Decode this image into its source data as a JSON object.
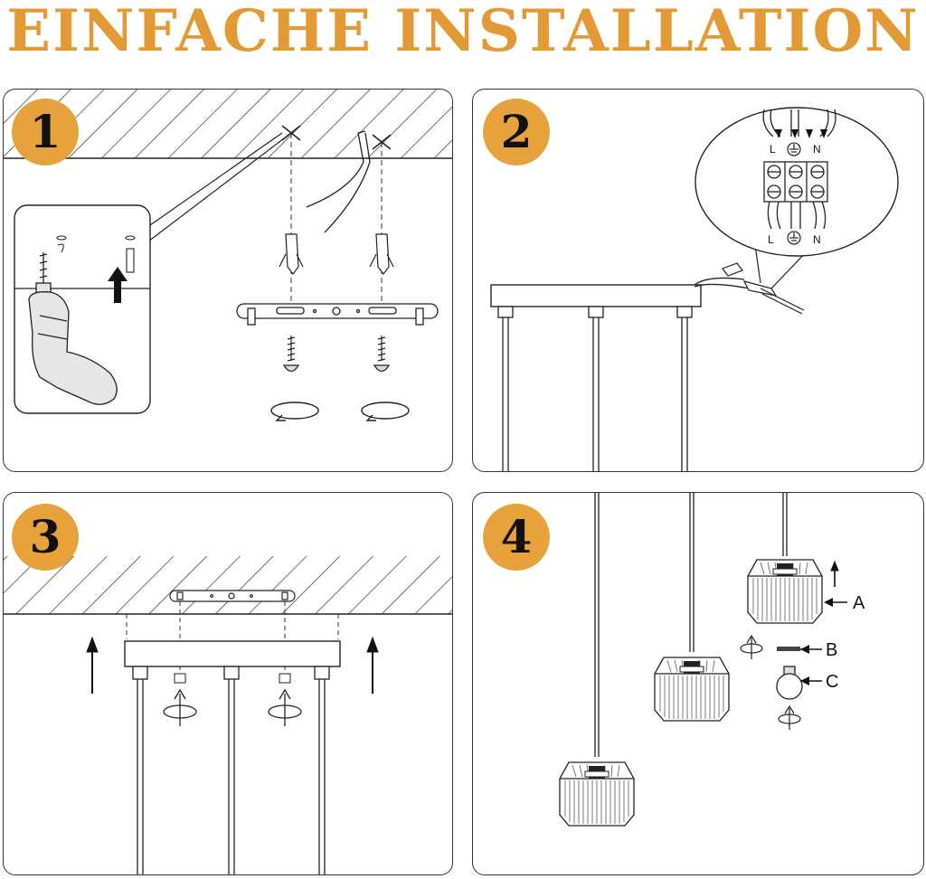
{
  "title": "EINFACHE INSTALLATION",
  "colors": {
    "accent": "#e8a23c",
    "title": "#e39a35",
    "line": "#222222",
    "hatch": "#333333"
  },
  "steps": [
    {
      "number": "1"
    },
    {
      "number": "2"
    },
    {
      "number": "3"
    },
    {
      "number": "4"
    }
  ],
  "terminal_labels": {
    "live": "L",
    "neutral": "N"
  },
  "part_labels": {
    "a": "A",
    "b": "B",
    "c": "C"
  },
  "icons": [
    "drill-icon",
    "dowel-icon",
    "screw-icon",
    "rotate-icon",
    "arrow-up-icon",
    "terminal-block-icon",
    "bulb-icon",
    "lamp-shade-icon",
    "ground-icon"
  ]
}
